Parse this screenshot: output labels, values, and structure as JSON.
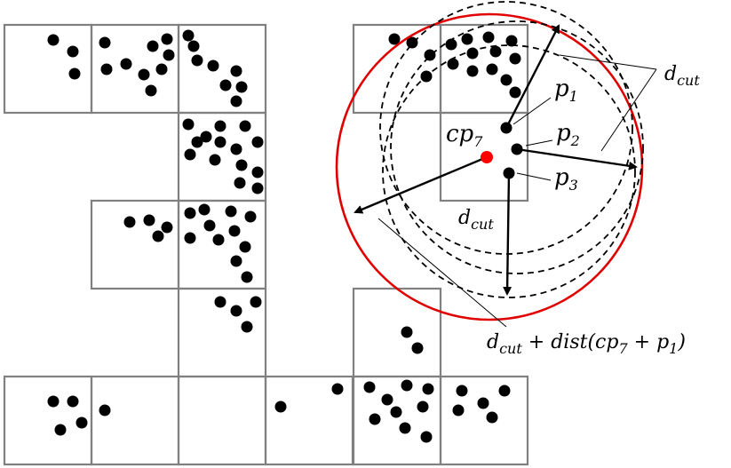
{
  "labels": {
    "cp": "cp",
    "cp_sub": "7",
    "p1": "p",
    "p1_sub": "1",
    "p2": "p",
    "p2_sub": "2",
    "p3": "p",
    "p3_sub": "3",
    "dcut_top": "d",
    "dcut_top_sub": "cut",
    "dcut_mid": "d",
    "dcut_mid_sub": "cut",
    "formula_d": "d",
    "formula_d_sub": "cut",
    "formula_mid": " + dist(cp",
    "formula_mid_sub": "7",
    "formula_end": " + p",
    "formula_end_sub": "1",
    "formula_close": ")"
  },
  "colors": {
    "grid": "#808080",
    "points": "#000000",
    "center": "#ff0000",
    "outer_circle": "#e00000"
  }
}
